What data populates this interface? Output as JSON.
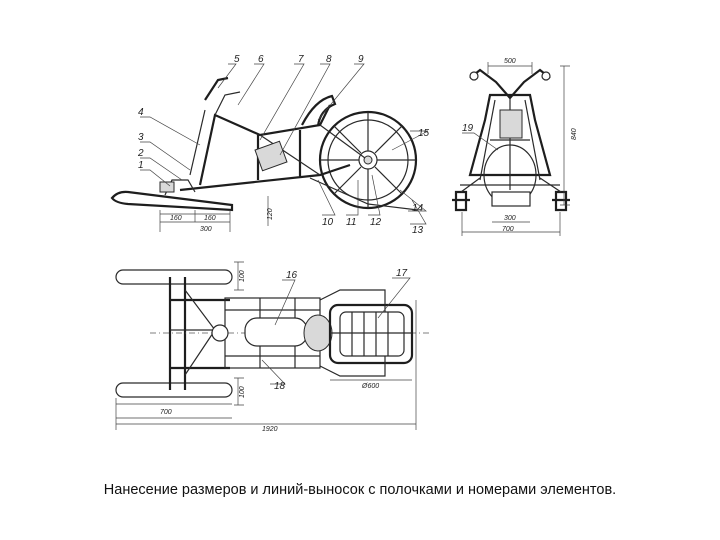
{
  "caption": "Нанесение размеров и линий-выносок с полочками и номерами элементов.",
  "callouts": {
    "n1": "1",
    "n2": "2",
    "n3": "3",
    "n4": "4",
    "n5": "5",
    "n6": "6",
    "n7": "7",
    "n8": "8",
    "n9": "9",
    "n10": "10",
    "n11": "11",
    "n12": "12",
    "n13": "13",
    "n14": "14",
    "n15": "15",
    "n16": "16",
    "n17": "17",
    "n18": "18",
    "n19": "19"
  },
  "dimensions": {
    "side_160a": "160",
    "side_160b": "160",
    "side_300": "300",
    "side_120": "120",
    "front_500": "500",
    "front_840": "840",
    "front_300": "300",
    "front_700": "700",
    "top_100": "100",
    "top_100b": "100",
    "top_700": "700",
    "top_1920": "1920",
    "top_d600": "Ø600"
  }
}
